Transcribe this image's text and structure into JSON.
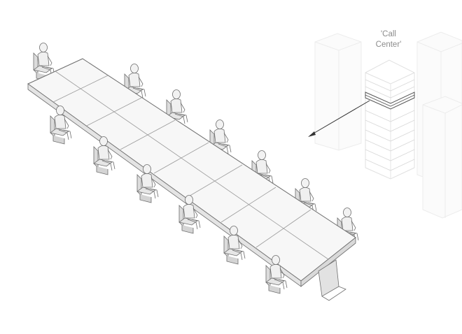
{
  "callout": {
    "line1": "'Call",
    "line2": "Center'"
  },
  "colors": {
    "background": "#ffffff",
    "table_top": "#f7f7f7",
    "line": "#6e6e6e",
    "ghost_tower": "#ececec",
    "label_text": "#8c8c8c"
  },
  "scene": {
    "table_segments": 8,
    "people_back_side": 7,
    "people_front_side": 6,
    "ghost_towers": 3,
    "highlighted_tower": 1
  }
}
